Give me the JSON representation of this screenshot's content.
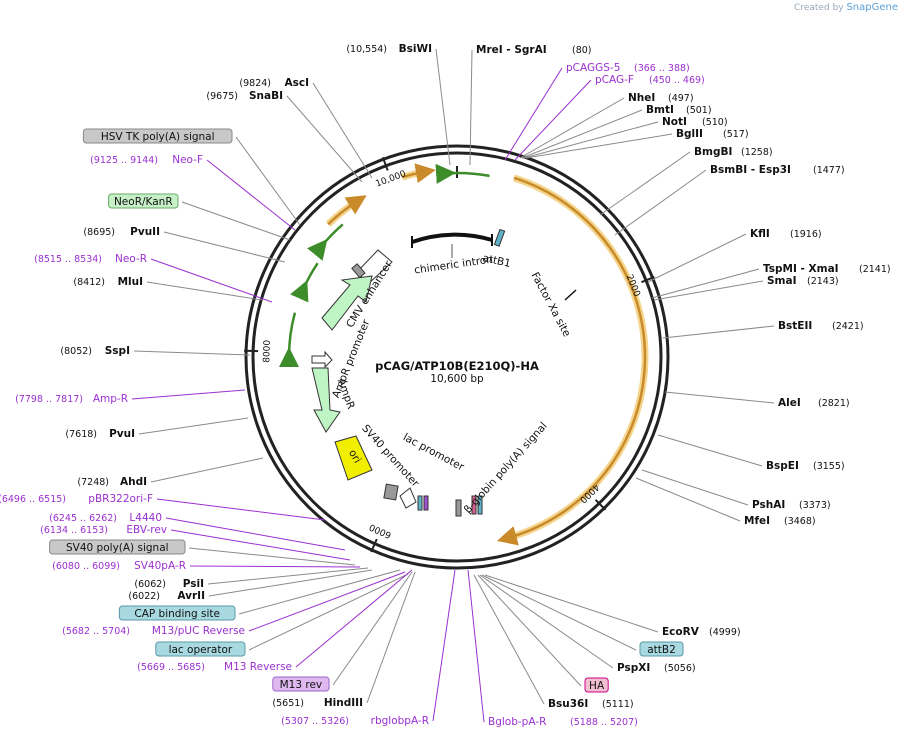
{
  "credit": {
    "prefix": "Created by",
    "brand": "SnapGene"
  },
  "plasmid": {
    "name": "pCAG/ATP10B(E210Q)-HA",
    "size": "10,600 bp",
    "length": 10600
  },
  "colors": {
    "feature_orange": "#c98a2a",
    "feature_glow": "#f4d58d",
    "feature_green": "#3d8c2a",
    "primer": "#9b30d0",
    "enzyme_line": "#8a8a8a",
    "ori": "#f2ee00",
    "promoter": "#bff5c4"
  },
  "ticks": [
    {
      "label": "2000",
      "pos": 2000
    },
    {
      "label": "4000",
      "pos": 4000
    },
    {
      "label": "6000",
      "pos": 6000
    },
    {
      "label": "8000",
      "pos": 8000
    },
    {
      "label": "10,000",
      "pos": 10000
    }
  ],
  "ring_features": [
    {
      "name": "Factor Xa site",
      "label_angle": 45
    },
    {
      "name": "β-globin poly(A) signal",
      "label_angle": 160
    },
    {
      "name": "lac promoter",
      "label_angle": 190
    },
    {
      "name": "SV40 promoter",
      "label_angle": 205
    },
    {
      "name": "ori",
      "label_angle": 210
    },
    {
      "name": "AmpR promoter",
      "label_angle": 305
    },
    {
      "name": "AmpR",
      "label_angle": 255
    },
    {
      "name": "CMV enhancer",
      "label_angle": 318
    },
    {
      "name": "chimeric intron",
      "label_angle": 0
    },
    {
      "name": "attB1",
      "label_angle": 12
    }
  ],
  "right_labels": [
    {
      "name": "MreI",
      "extra": " - SgrAI",
      "pos": "(80)",
      "kind": "enzyme"
    },
    {
      "name": "pCAGGS-5",
      "extra": "",
      "pos": "(366 .. 388)",
      "kind": "primer"
    },
    {
      "name": "pCAG-F",
      "extra": "",
      "pos": "(450 .. 469)",
      "kind": "primer"
    },
    {
      "name": "NheI",
      "extra": "",
      "pos": "(497)",
      "kind": "enzyme"
    },
    {
      "name": "BmtI",
      "extra": "",
      "pos": "(501)",
      "kind": "enzyme"
    },
    {
      "name": "NotI",
      "extra": "",
      "pos": "(510)",
      "kind": "enzyme"
    },
    {
      "name": "BglII",
      "extra": "",
      "pos": "(517)",
      "kind": "enzyme"
    },
    {
      "name": "BmgBI",
      "extra": "",
      "pos": "(1258)",
      "kind": "enzyme"
    },
    {
      "name": "BsmBI",
      "extra": " - Esp3I",
      "pos": "(1477)",
      "kind": "enzyme"
    },
    {
      "name": "KflI",
      "extra": "",
      "pos": "(1916)",
      "kind": "enzyme"
    },
    {
      "name": "TspMI",
      "extra": " - XmaI",
      "pos": "(2141)",
      "kind": "enzyme"
    },
    {
      "name": "SmaI",
      "extra": "",
      "pos": "(2143)",
      "kind": "enzyme"
    },
    {
      "name": "BstEII",
      "extra": "",
      "pos": "(2421)",
      "kind": "enzyme"
    },
    {
      "name": "AleI",
      "extra": "",
      "pos": "(2821)",
      "kind": "enzyme"
    },
    {
      "name": "BspEI",
      "extra": "",
      "pos": "(3155)",
      "kind": "enzyme"
    },
    {
      "name": "PshAI",
      "extra": "",
      "pos": "(3373)",
      "kind": "enzyme"
    },
    {
      "name": "MfeI",
      "extra": "",
      "pos": "(3468)",
      "kind": "enzyme"
    },
    {
      "name": "EcoRV",
      "extra": "",
      "pos": "(4999)",
      "kind": "enzyme"
    },
    {
      "name": "attB2",
      "extra": "",
      "pos": "",
      "kind": "box_teal"
    },
    {
      "name": "PspXI",
      "extra": "",
      "pos": "(5056)",
      "kind": "enzyme"
    },
    {
      "name": "HA",
      "extra": "",
      "pos": "",
      "kind": "box_pink"
    },
    {
      "name": "Bsu36I",
      "extra": "",
      "pos": "(5111)",
      "kind": "enzyme"
    },
    {
      "name": "Bglob-pA-R",
      "extra": "",
      "pos": "(5188 .. 5207)",
      "kind": "primer"
    }
  ],
  "left_labels": [
    {
      "name": "BsiWI",
      "pos": "(10,554)",
      "kind": "enzyme"
    },
    {
      "name": "AscI",
      "pos": "(9824)",
      "kind": "enzyme"
    },
    {
      "name": "SnaBI",
      "pos": "(9675)",
      "kind": "enzyme"
    },
    {
      "name": "HSV TK poly(A) signal",
      "pos": "",
      "kind": "box_gray"
    },
    {
      "name": "Neo-F",
      "pos": "(9125 .. 9144)",
      "kind": "primer"
    },
    {
      "name": "NeoR/KanR",
      "pos": "",
      "kind": "box_green"
    },
    {
      "name": "PvuII",
      "pos": "(8695)",
      "kind": "enzyme"
    },
    {
      "name": "Neo-R",
      "pos": "(8515 .. 8534)",
      "kind": "primer"
    },
    {
      "name": "MluI",
      "pos": "(8412)",
      "kind": "enzyme"
    },
    {
      "name": "SspI",
      "pos": "(8052)",
      "kind": "enzyme"
    },
    {
      "name": "Amp-R",
      "pos": "(7798 .. 7817)",
      "kind": "primer"
    },
    {
      "name": "PvuI",
      "pos": "(7618)",
      "kind": "enzyme"
    },
    {
      "name": "AhdI",
      "pos": "(7248)",
      "kind": "enzyme"
    },
    {
      "name": "pBR322ori-F",
      "pos": "(6496 .. 6515)",
      "kind": "primer"
    },
    {
      "name": "L4440",
      "pos": "(6245 .. 6262)",
      "kind": "primer"
    },
    {
      "name": "EBV-rev",
      "pos": "(6134 .. 6153)",
      "kind": "primer"
    },
    {
      "name": "SV40 poly(A) signal",
      "pos": "",
      "kind": "box_gray"
    },
    {
      "name": "SV40pA-R",
      "pos": "(6080 .. 6099)",
      "kind": "primer"
    },
    {
      "name": "PsiI",
      "pos": "(6062)",
      "kind": "enzyme"
    },
    {
      "name": "AvrII",
      "pos": "(6022)",
      "kind": "enzyme"
    },
    {
      "name": "CAP binding site",
      "pos": "",
      "kind": "box_teal"
    },
    {
      "name": "M13/pUC Reverse",
      "pos": "(5682 .. 5704)",
      "kind": "primer"
    },
    {
      "name": "lac operator",
      "pos": "",
      "kind": "box_teal"
    },
    {
      "name": "M13 Reverse",
      "pos": "(5669 .. 5685)",
      "kind": "primer"
    },
    {
      "name": "M13 rev",
      "pos": "",
      "kind": "box_purple"
    },
    {
      "name": "HindIII",
      "pos": "(5651)",
      "kind": "enzyme"
    },
    {
      "name": "rbglobpA-R",
      "pos": "(5307 .. 5326)",
      "kind": "primer"
    }
  ]
}
